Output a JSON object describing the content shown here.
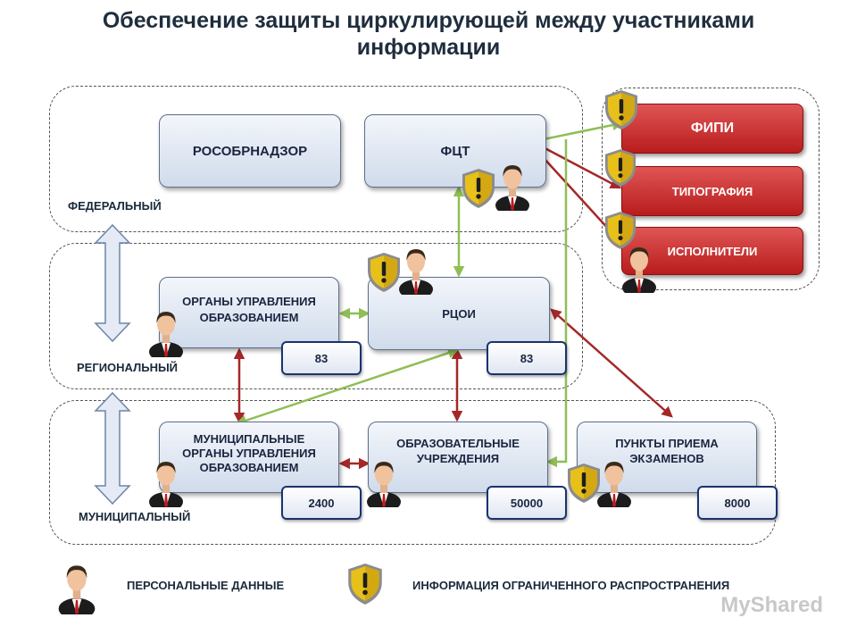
{
  "title_line1": "Обеспечение защиты циркулирующей между участниками",
  "title_line2": "информации",
  "levels": {
    "federal": "ФЕДЕРАЛЬНЫЙ",
    "regional": "РЕГИОНАЛЬНЫЙ",
    "municipal": "МУНИЦИПАЛЬНЫЙ"
  },
  "nodes": {
    "rosobrnadzor": "РОСОБРНАДЗОР",
    "fct": "ФЦТ",
    "fipi": "ФИПИ",
    "typography": "ТИПОГРАФИЯ",
    "executors": "ИСПОЛНИТЕЛИ",
    "organs_line1": "ОРГАНЫ УПРАВЛЕНИЯ",
    "organs_line2": "ОБРАЗОВАНИЕМ",
    "rcoi": "РЦОИ",
    "mun_line1": "МУНИЦИПАЛЬНЫЕ",
    "mun_line2": "ОРГАНЫ УПРАВЛЕНИЯ",
    "mun_line3": "ОБРАЗОВАНИЕМ",
    "edu_line1": "ОБРАЗОВАТЕЛЬНЫЕ",
    "edu_line2": "УЧРЕЖДЕНИЯ",
    "ppe_line1": "ПУНКТЫ ПРИЕМА",
    "ppe_line2": "ЭКЗАМЕНОВ"
  },
  "counts": {
    "organs": "83",
    "rcoi": "83",
    "mun": "2400",
    "edu": "50000",
    "ppe": "8000"
  },
  "legend": {
    "personal": "ПЕРСОНАЛЬНЫЕ ДАННЫЕ",
    "restricted": "ИНФОРМАЦИЯ ОГРАНИЧЕННОГО РАСПРОСТРАНЕНИЯ"
  },
  "watermark": "MyShared",
  "icons": {
    "person": "person-icon",
    "shield": "shield-warning-icon"
  },
  "colors": {
    "red_arrow": "#a52828",
    "green_arrow": "#8fbe55",
    "red_box": "#c02020",
    "count_border": "#1b3270"
  }
}
